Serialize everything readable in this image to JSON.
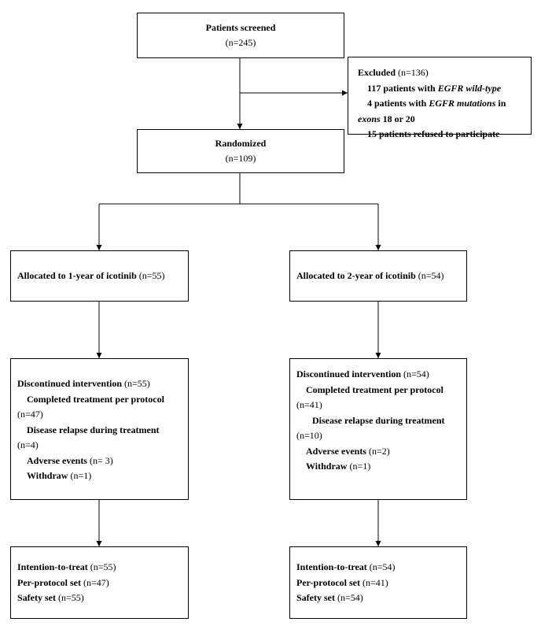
{
  "screened": {
    "label": "Patients screened",
    "count": "(n=245)"
  },
  "excluded": {
    "label": "Excluded",
    "count": " (n=136)",
    "l1_num": "117 patients with ",
    "l1_gene": "EGFR wild-type",
    "l2_num": "4 patients with ",
    "l2_gene": "EGFR mutations",
    "l2_tail": " in",
    "l3_exons": "exons",
    "l3_tail": " 18 or 20",
    "l4": "15 patients refused to participate"
  },
  "randomized": {
    "label": "Randomized",
    "count": "(n=109)"
  },
  "arm1": {
    "alloc_label": "Allocated to 1-year of icotinib",
    "alloc_count": " (n=55)",
    "disc_label": "Discontinued intervention",
    "disc_count": " (n=55)",
    "completed_label": "Completed treatment per protocol",
    "completed_count": "(n=47)",
    "relapse_label": "Disease relapse during treatment",
    "relapse_count": "(n=4)",
    "adverse_label": "Adverse events",
    "adverse_count": " (n= 3)",
    "withdraw_label": "Withdraw",
    "withdraw_count": " (n=1)",
    "itt_label": "Intention-to-treat",
    "itt_count": " (n=55)",
    "pp_label": "Per-protocol set",
    "pp_count": " (n=47)",
    "safety_label": "Safety set",
    "safety_count": " (n=55)"
  },
  "arm2": {
    "alloc_label": "Allocated to 2-year of icotinib",
    "alloc_count": " (n=54)",
    "disc_label": "Discontinued intervention",
    "disc_count": " (n=54)",
    "completed_label": "Completed treatment per protocol",
    "completed_count": "(n=41)",
    "relapse_label": "Disease relapse during treatment",
    "relapse_count": "(n=10)",
    "adverse_label": "Adverse events",
    "adverse_count": " (n=2)",
    "withdraw_label": "Withdraw",
    "withdraw_count": " (n=1)",
    "itt_label": "Intention-to-treat",
    "itt_count": " (n=54)",
    "pp_label": "Per-protocol set",
    "pp_count": " (n=41)",
    "safety_label": "Safety set",
    "safety_count": " (n=54)"
  },
  "colors": {
    "line": "#000000",
    "box_border": "#000000",
    "background": "#ffffff"
  }
}
